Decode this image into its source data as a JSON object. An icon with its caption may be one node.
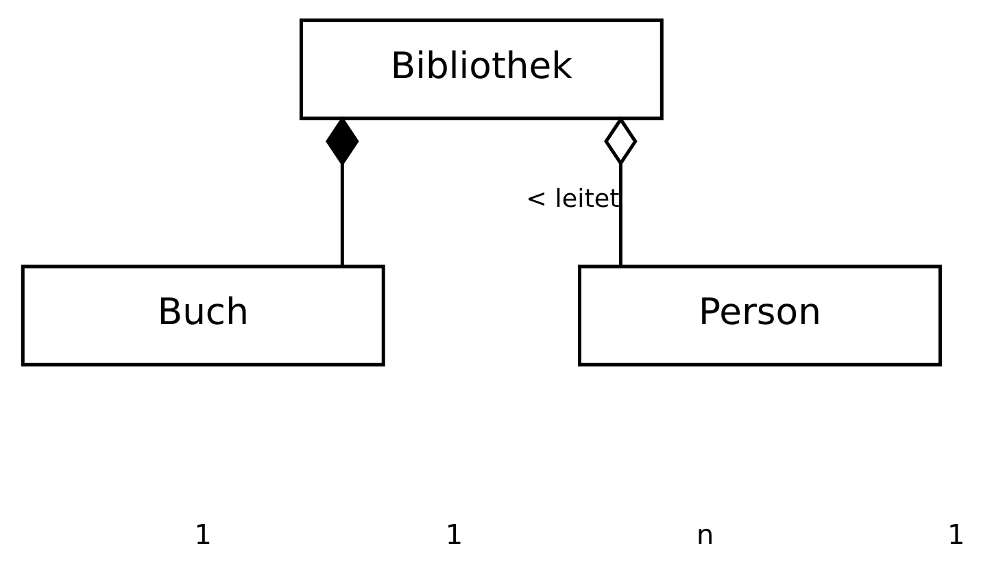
{
  "diagram": {
    "nodes": [
      {
        "text": [
          "Bibliothek"
        ]
      },
      {
        "text": [
          "Buch"
        ]
      },
      {
        "text": [
          "Person"
        ]
      }
    ],
    "edges": [
      {
        "from": 0,
        "to": 1,
        "arrow": "other"
      },
      {
        "from": 0,
        "to": 2,
        "arrow": "other",
        "label": "< leitet"
      }
    ],
    "labels": [
      "1",
      "1",
      "n",
      "1"
    ]
  }
}
